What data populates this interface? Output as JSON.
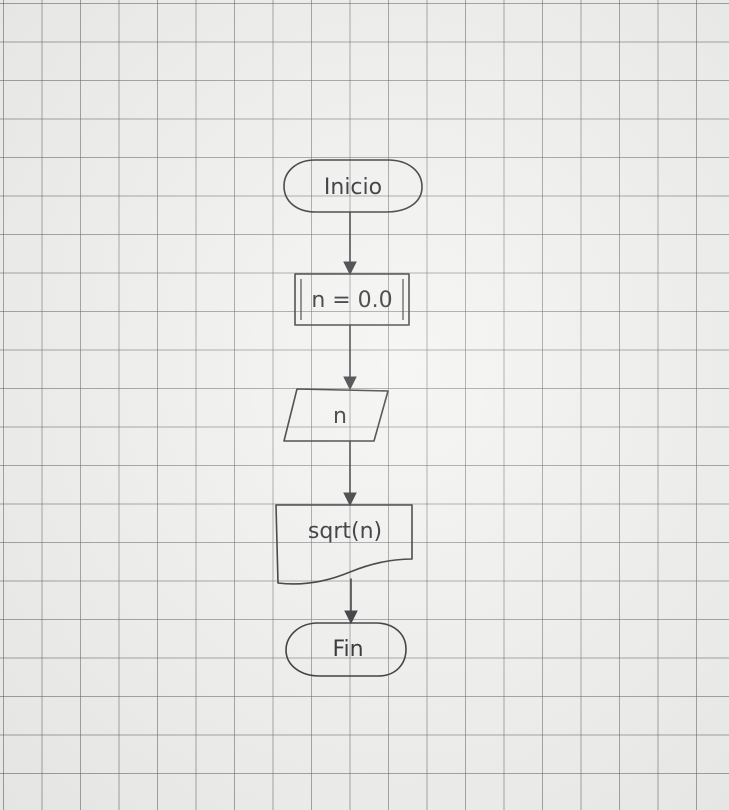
{
  "diagram": {
    "nodes": {
      "start": {
        "label": "Inicio",
        "shape": "terminal"
      },
      "init": {
        "label": "n = 0.0",
        "shape": "process"
      },
      "input": {
        "label": "n",
        "shape": "input-output"
      },
      "output": {
        "label": "sqrt(n)",
        "shape": "document"
      },
      "end": {
        "label": "Fin",
        "shape": "terminal"
      }
    },
    "edges": [
      {
        "from": "start",
        "to": "init"
      },
      {
        "from": "init",
        "to": "input"
      },
      {
        "from": "input",
        "to": "output"
      },
      {
        "from": "output",
        "to": "end"
      }
    ],
    "colors": {
      "ink": "#2a2a2e",
      "paper": "#f3f3f1",
      "grid": "#5a5a5f"
    }
  }
}
